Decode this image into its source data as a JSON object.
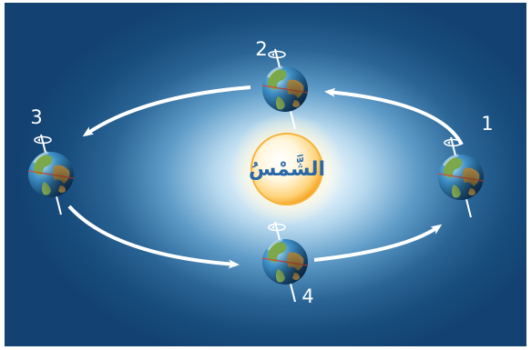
{
  "diagram": {
    "sun_label": "الشَّمْسُ",
    "positions": [
      {
        "number": "1"
      },
      {
        "number": "2"
      },
      {
        "number": "3"
      },
      {
        "number": "4"
      }
    ]
  }
}
